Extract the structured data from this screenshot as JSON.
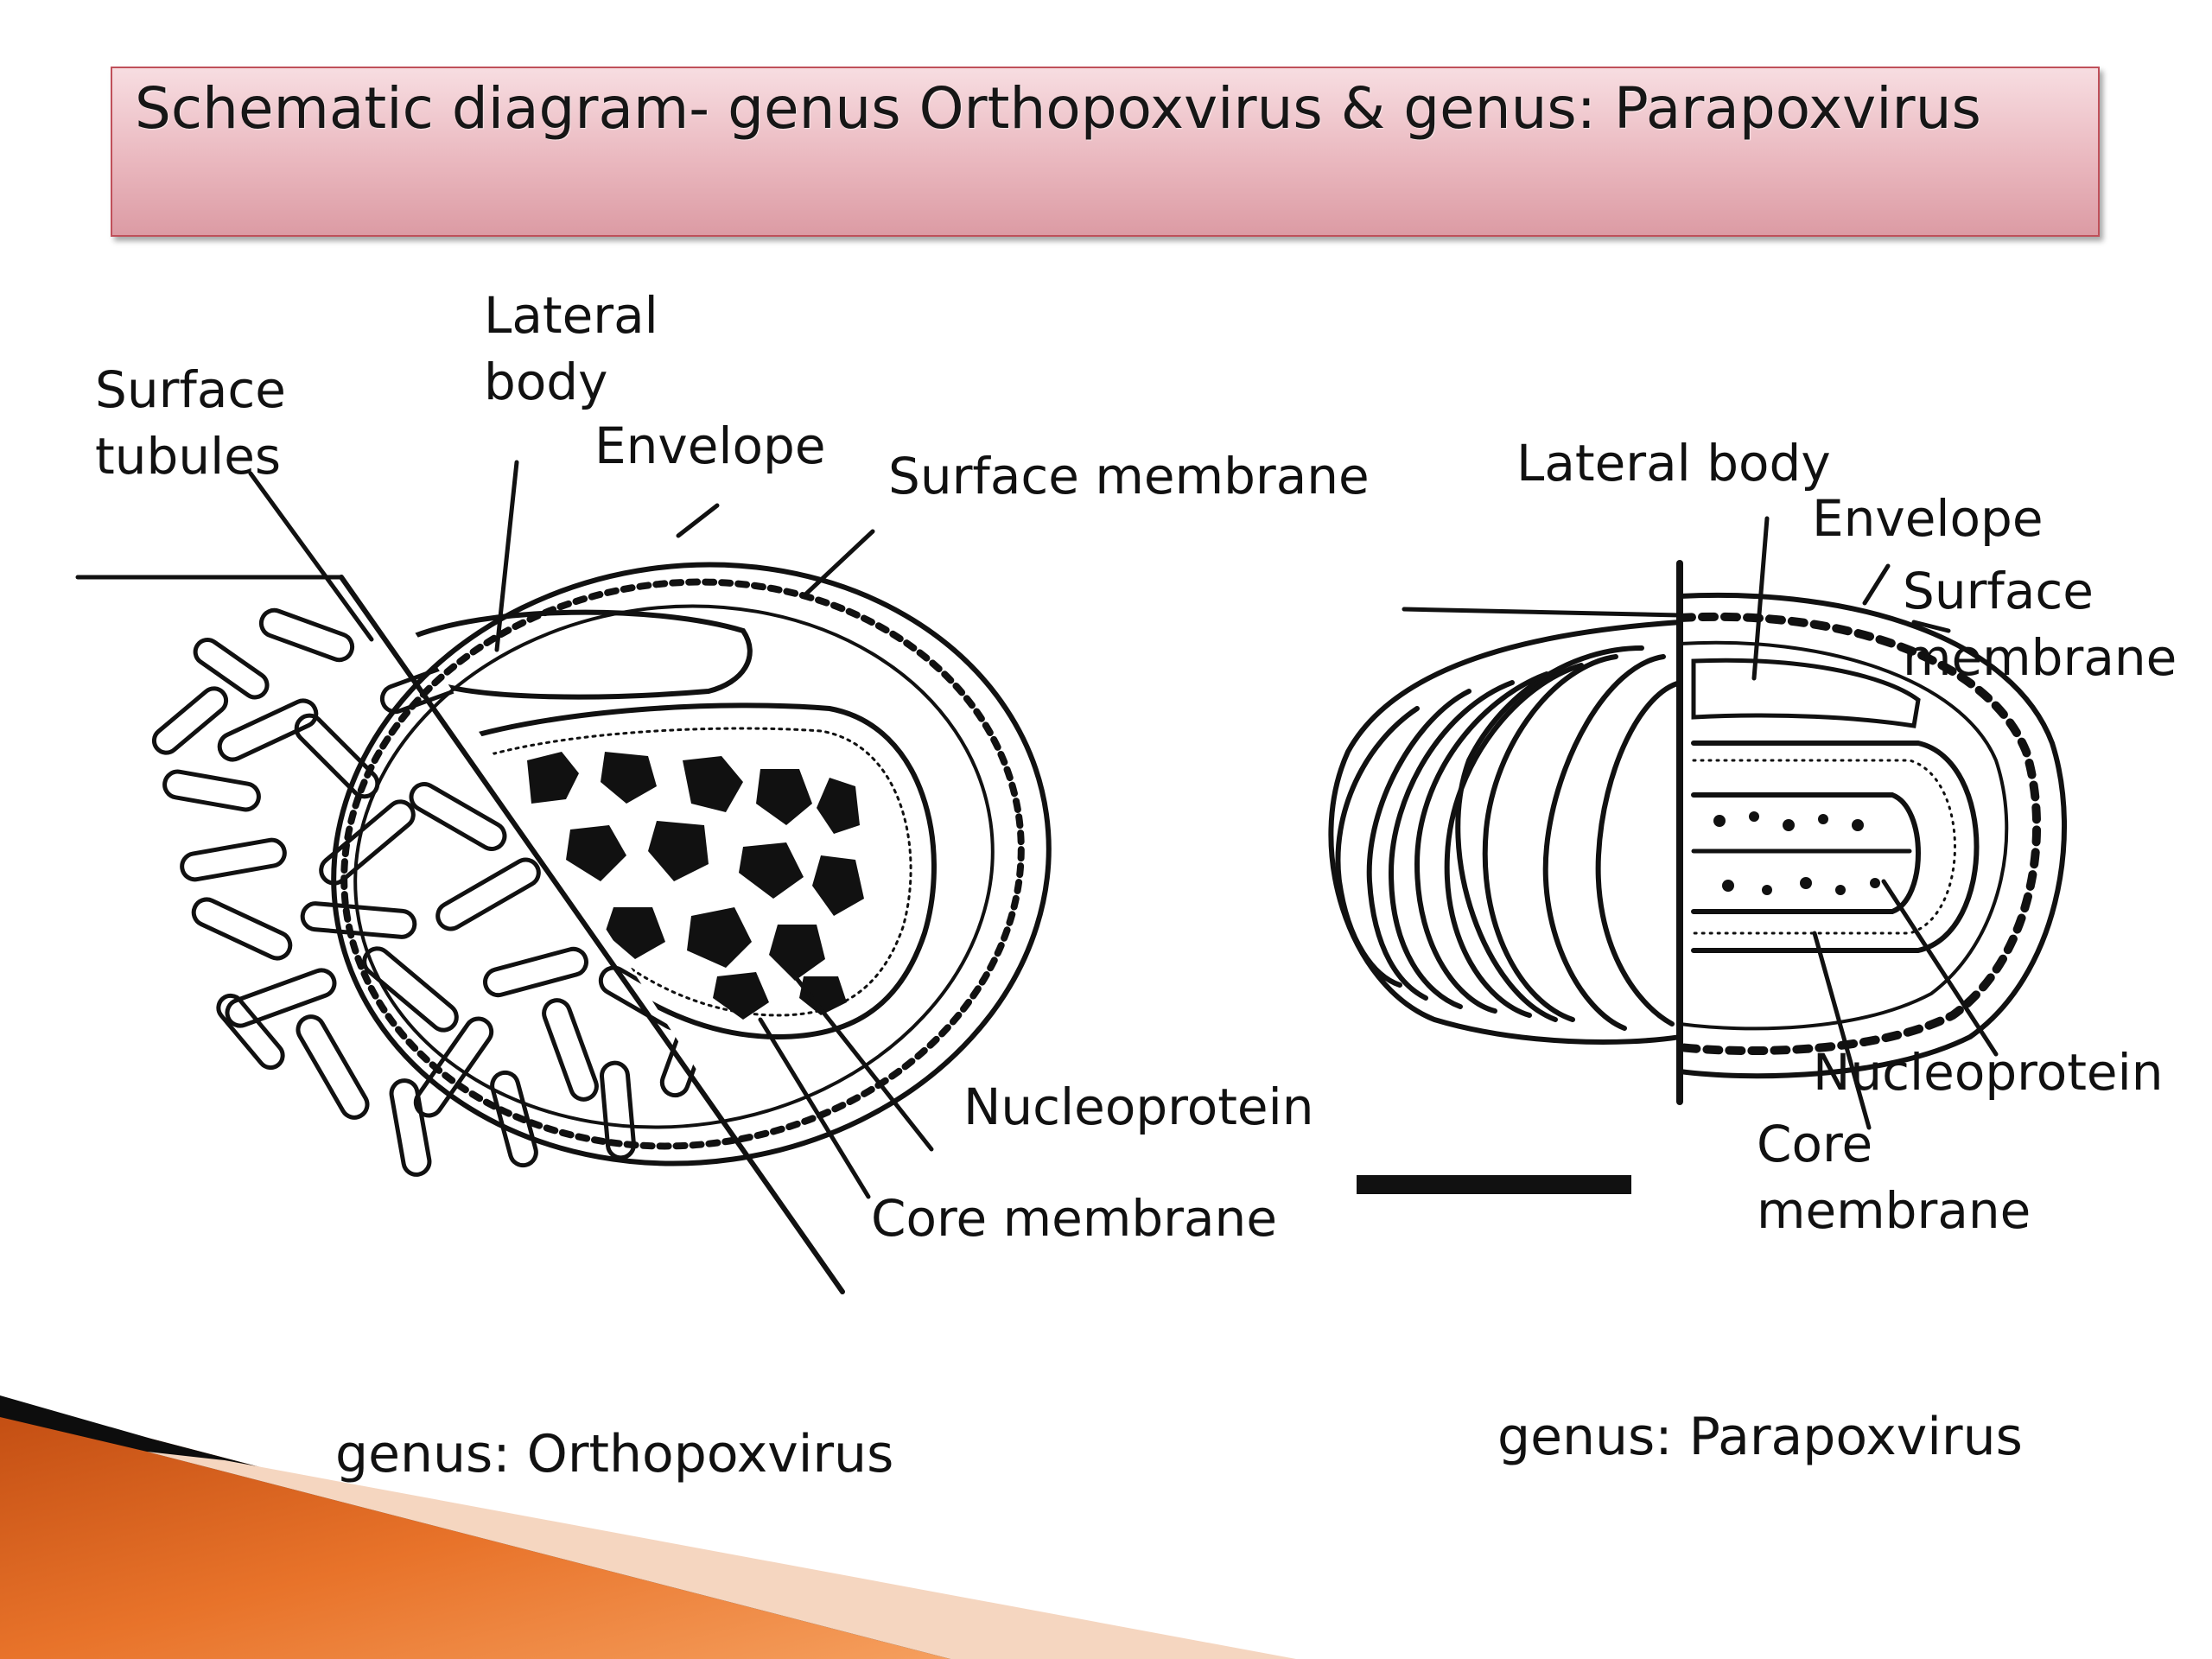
{
  "title": "Schematic diagram- genus Orthopoxvirus & genus: Parapoxvirus",
  "orthopox": {
    "caption": "genus: Orthopoxvirus",
    "labels": {
      "surface_tubules": "Surface\ntubules",
      "lateral_body": "Lateral\nbody",
      "envelope": "Envelope",
      "surface_membrane": "Surface membrane",
      "nucleoprotein": "Nucleoprotein",
      "core_membrane": "Core membrane"
    }
  },
  "parapox": {
    "caption": "genus: Parapoxvirus",
    "labels": {
      "lateral_body": "Lateral body",
      "envelope": "Envelope",
      "surface_membrane": "Surface\nmembrane",
      "nucleoprotein": "Nucleoprotein",
      "core_membrane": "Core\nmembrane"
    }
  },
  "colors": {
    "title_border": "#c0505a",
    "title_fill": "#eab8bf",
    "line": "#111111",
    "accent_orange": "#e8732a"
  }
}
